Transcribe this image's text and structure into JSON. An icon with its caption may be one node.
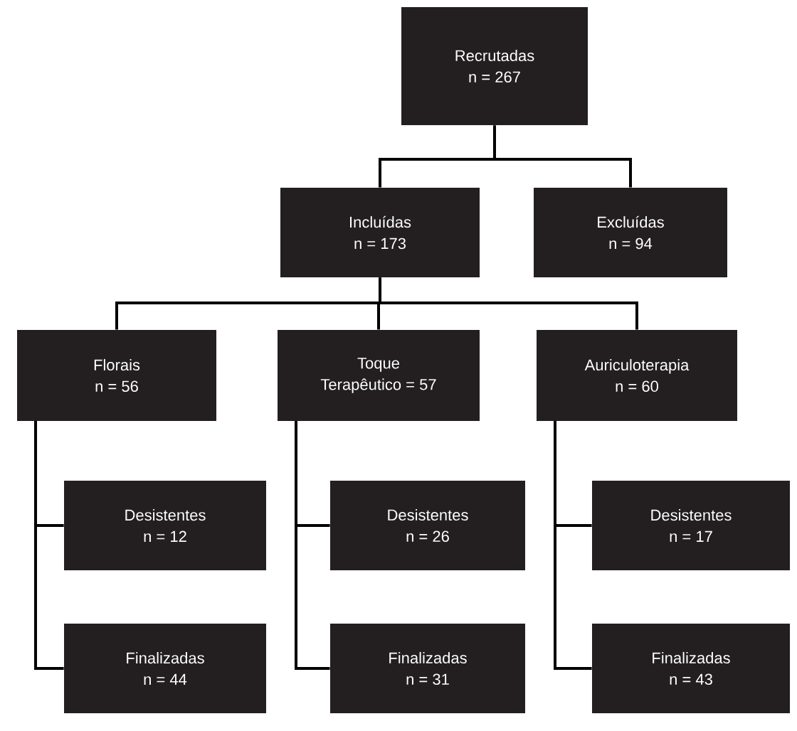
{
  "diagram": {
    "nodes": [
      {
        "text": [
          "Recrutadas",
          "n = 267"
        ]
      },
      {
        "text": [
          "Incluídas",
          "n = 173"
        ]
      },
      {
        "text": [
          "Excluídas",
          "n = 94"
        ]
      },
      {
        "text": [
          "Florais",
          "n = 56"
        ]
      },
      {
        "text": [
          "Toque",
          "Terapêutico = 57"
        ]
      },
      {
        "text": [
          "Auriculoterapia",
          "n = 60"
        ]
      },
      {
        "text": [
          "Desistentes",
          "n = 12"
        ]
      },
      {
        "text": [
          "Finalizadas",
          "n = 44"
        ]
      },
      {
        "text": [
          "Desistentes",
          "n = 26"
        ]
      },
      {
        "text": [
          "Finalizadas",
          "n = 31"
        ]
      },
      {
        "text": [
          "Desistentes",
          "n = 17"
        ]
      },
      {
        "text": [
          "Finalizadas",
          "n = 43"
        ]
      }
    ],
    "edges": [
      {
        "from": 0,
        "to": 1,
        "arrow": "none"
      },
      {
        "from": 0,
        "to": 2,
        "arrow": "none"
      },
      {
        "from": 1,
        "to": 3,
        "arrow": "none"
      },
      {
        "from": 1,
        "to": 4,
        "arrow": "none"
      },
      {
        "from": 1,
        "to": 5,
        "arrow": "none"
      },
      {
        "from": 3,
        "to": 6,
        "arrow": "none"
      },
      {
        "from": 3,
        "to": 7,
        "arrow": "none"
      },
      {
        "from": 4,
        "to": 8,
        "arrow": "none"
      },
      {
        "from": 4,
        "to": 9,
        "arrow": "none"
      },
      {
        "from": 5,
        "to": 10,
        "arrow": "none"
      },
      {
        "from": 5,
        "to": 11,
        "arrow": "none"
      }
    ]
  }
}
